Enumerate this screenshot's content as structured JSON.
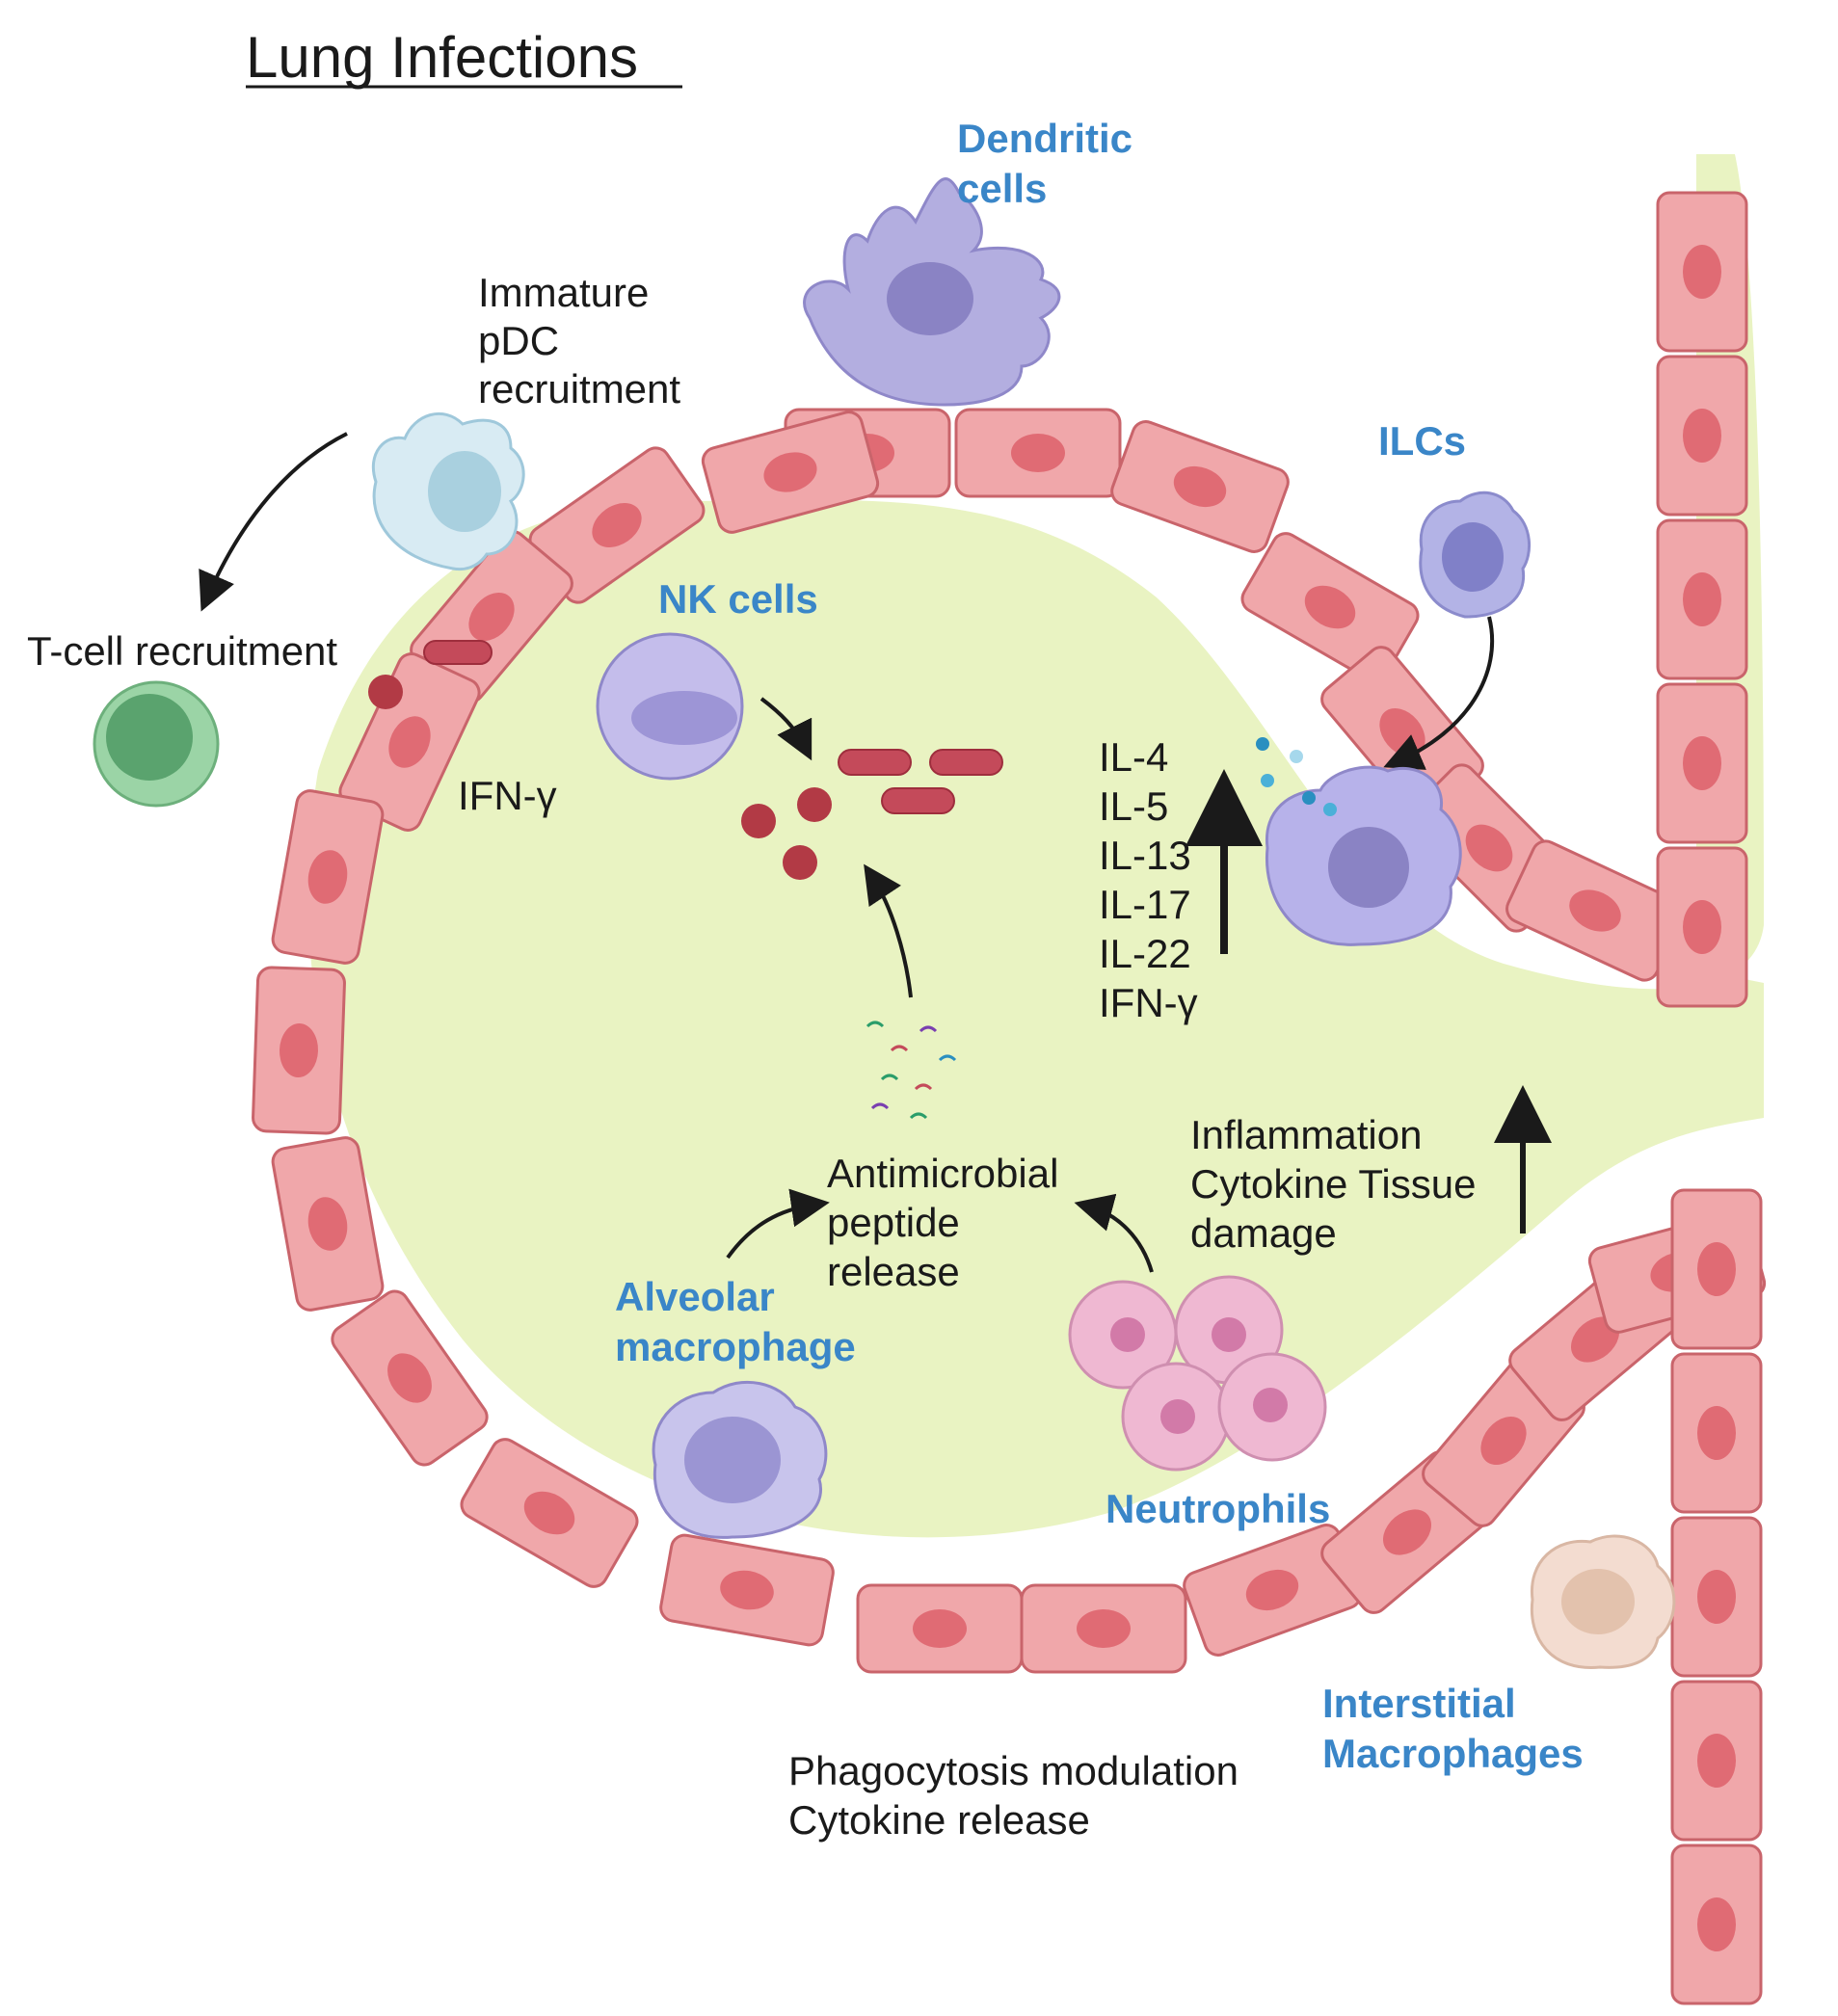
{
  "title": "Lung Infections",
  "labels": {
    "dendritic": [
      "Dendritic",
      "cells"
    ],
    "immature_pdc": [
      "Immature",
      "pDC",
      "recruitment"
    ],
    "ilcs": "ILCs",
    "t_cell": "T-cell recruitment",
    "nk_cells": "NK cells",
    "ifn_left": "IFN-γ",
    "cytokines": [
      "IL-4",
      "IL-5",
      "IL-13",
      "IL-17",
      "IL-22",
      "IFN-γ"
    ],
    "inflammation": [
      "Inflammation",
      "Cytokine  Tissue",
      "damage"
    ],
    "antimicrobial": [
      "Antimicrobial",
      "peptide",
      "release"
    ],
    "alveolar": [
      "Alveolar",
      "macrophage"
    ],
    "neutrophils": "Neutrophils",
    "interstitial": [
      "Interstitial",
      "Macrophages"
    ],
    "phagocytosis": [
      "Phagocytosis modulation",
      "Cytokine release"
    ]
  },
  "colors": {
    "epithelium": "#f0a7aa",
    "nucleus": "#e06b74",
    "basement": "#e9f3c2",
    "label_blue": "#3a86c8",
    "dendritic": "#b3aee0",
    "nk": "#b9b0e6",
    "t_cell": "#8fcf9c",
    "pdc": "#cfe6f0",
    "neutrophil": "#efb8d2",
    "interstitial": "#f3dcd0",
    "pathogen": "#b23a45"
  }
}
